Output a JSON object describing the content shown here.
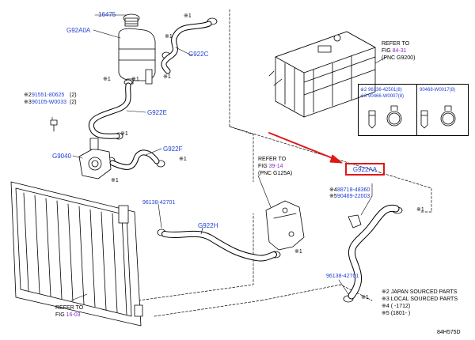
{
  "labels": {
    "p16475": "16475",
    "g92a0a": "G92A0A",
    "g922c": "G922C",
    "note_top_clip": "※1",
    "note_res_a": "※1",
    "note_res_b": "※1",
    "note_res_c": "※1",
    "note_res_d": "※1",
    "bolt_line1_mark": "※2",
    "bolt_line1_pn": "91551-80625",
    "bolt_line1_qty": "(2)",
    "bolt_line2_mark": "※3",
    "bolt_line2_pn": "90105-W0033",
    "bolt_line2_qty": "(2)",
    "g922e": "G922E",
    "note_e": "※1",
    "g9040": "G9040",
    "g922f": "G922F",
    "note_f1": "※1",
    "note_f2": "※1",
    "refer_3914_a": "REFER TO",
    "refer_3914_b": "FIG ",
    "refer_3914_num": "39-14",
    "refer_3914_c": "(PNC G125A)",
    "p96138_left": "96138-42701",
    "g922h": "G922H",
    "note_h": "※1",
    "refer_1603_a": "REFER TO",
    "refer_1603_b": "FIG ",
    "refer_1603_num": "16-03",
    "refer_8431_a": "REFER TO",
    "refer_8431_b": "FIG ",
    "refer_8431_num": "84-31",
    "refer_8431_c": "(PNC G9200)",
    "legend_l1": "※2 96136-42501(8)",
    "legend_l2": "※3 90466-W0007(8)",
    "legend_r": "90468-W0017(8)",
    "g922aa": "G922AA",
    "aa_line1_mark": "※4",
    "aa_line1_pn": "88718-48360",
    "aa_line2_mark": "※5",
    "aa_line2_pn": "90469-22003",
    "note_aa": "※1",
    "p96138_right": "96138-42701",
    "note_low": "※1",
    "foot_2": "※2 JAPAN SOURCED PARTS",
    "foot_3": "※3 LOCAL SOURCED PARTS",
    "foot_4": "※4 (     -1712)",
    "foot_5": "※5 (1801-      )",
    "diagram_id": "84H575D"
  },
  "colors": {
    "part_number": "#1f3fd0",
    "reference": "#8a2bc4",
    "highlight": "#e01818",
    "line": "#000000"
  }
}
